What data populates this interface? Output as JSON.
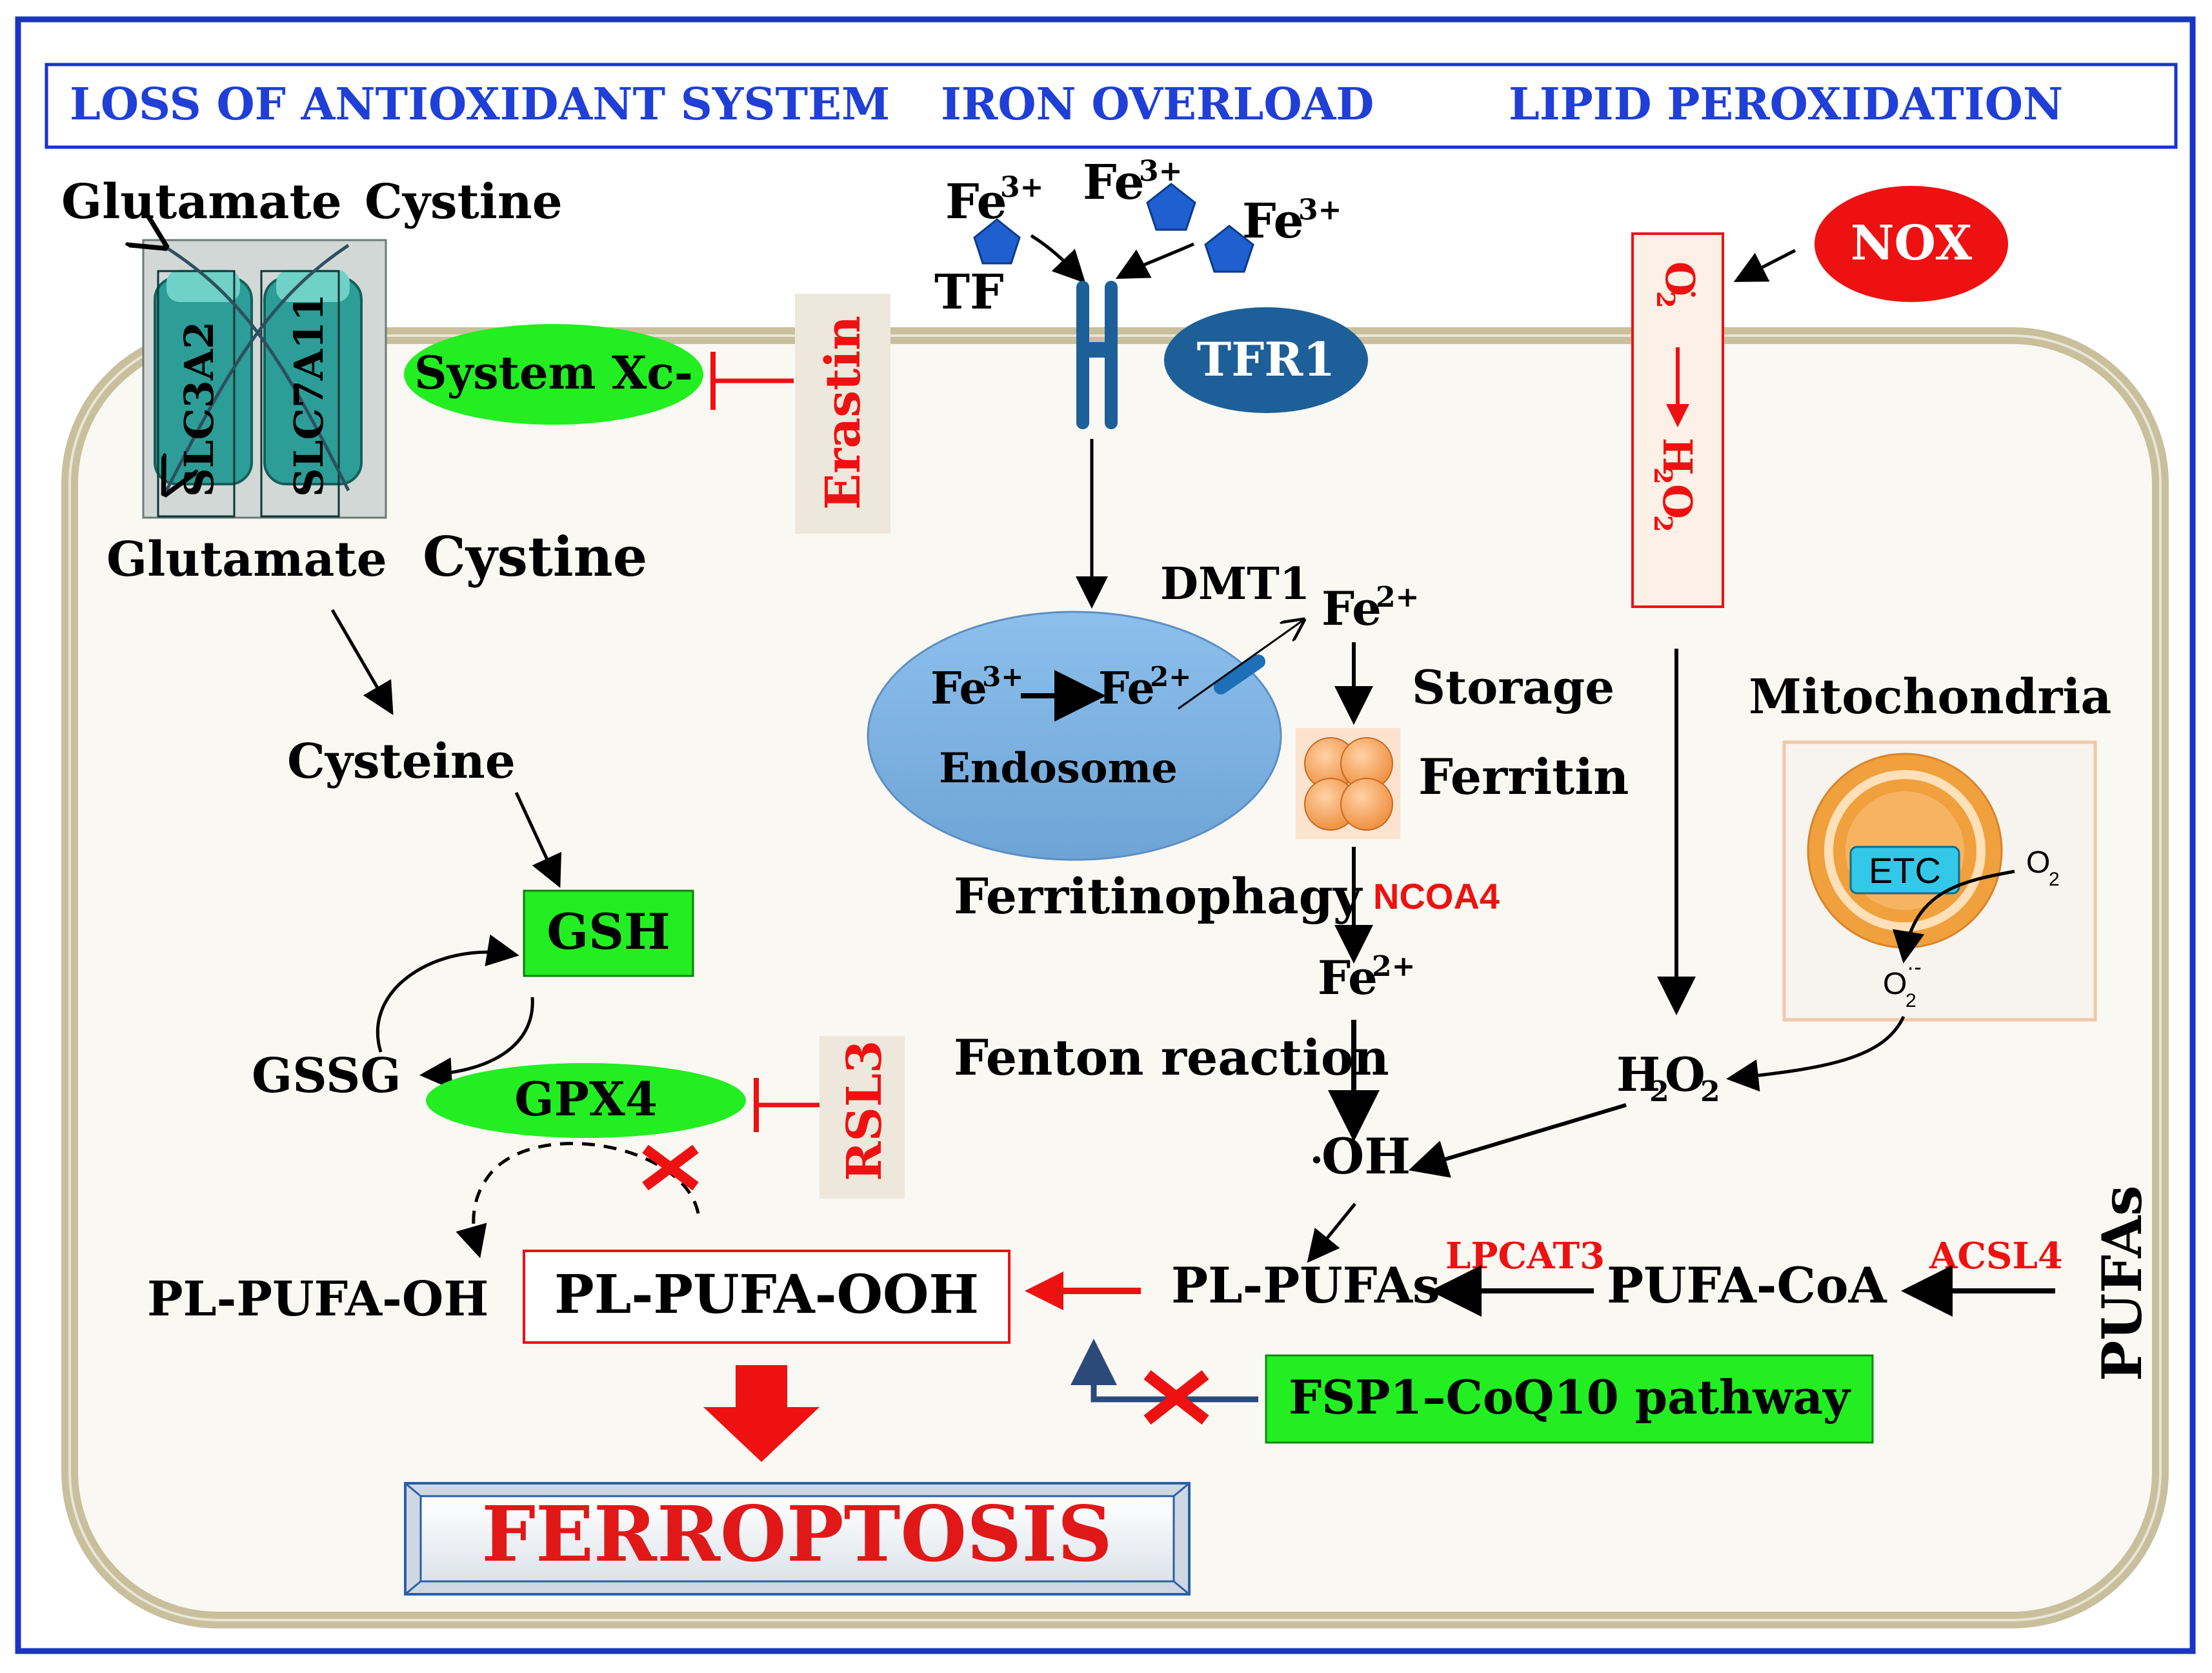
{
  "header": {
    "col1": "LOSS OF ANTIOXIDANT SYSTEM",
    "col2": "IRON OVERLOAD",
    "col3": "LIPID PEROXIDATION"
  },
  "left_panel": {
    "glutamate_top": "Glutamate",
    "cystine_top": "Cystine",
    "transporter_a": "SLC3A2",
    "transporter_b": "SLC7A11",
    "glutamate_bottom": "Glutamate",
    "cystine_bottom": "Cystine",
    "system_xc": "System Xc-",
    "erastin": "Erastin",
    "cysteine": "Cysteine",
    "gsh": "GSH",
    "gssg": "GSSG",
    "gpx4": "GPX4",
    "rsl3": "RSL3",
    "pl_pufa_oh": "PL-PUFA-OH",
    "pl_pufa_ooh": "PL-PUFA-OOH"
  },
  "iron_panel": {
    "fe": "Fe",
    "fe3_sup": "3+",
    "fe2_sup": "2+",
    "tf": "TF",
    "tfr1": "TFR1",
    "dmt1": "DMT1",
    "endosome": "Endosome",
    "storage": "Storage",
    "ferritin": "Ferritin",
    "ferritinophagy": "Ferritinophagy",
    "ncoa4": "NCOA4",
    "fenton": "Fenton reaction",
    "oh_dot": "·",
    "oh": "OH"
  },
  "lipid_panel": {
    "nox": "NOX",
    "o2_base": "O",
    "o2_sub": "2",
    "o2_sup": "·",
    "h2o2_h": "H",
    "h2o2_o": "O",
    "h2o2_sub": "2",
    "mitochondria": "Mitochondria",
    "etc": "ETC",
    "superoxide_sup": "·-",
    "pl_pufas": "PL-PUFAs",
    "lpcat3": "LPCAT3",
    "pufa_coa": "PUFA-CoA",
    "acsl4": "ACSL4",
    "pufas": "PUFAs",
    "fsp1": "FSP1–CoQ10 pathway"
  },
  "footer": {
    "ferroptosis": "FERROPTOSIS"
  },
  "colors": {
    "frame_blue": "#1a33cc",
    "header_text": "#1f3fd6",
    "membrane": "#c8bf9c",
    "cell_fill": "#faf8f2",
    "green": "#22ee22",
    "red": "#ee1111",
    "endosome": "#7fb2e0",
    "tfr1": "#1d5f98",
    "ferritin": "#f3a35c",
    "mito": "#f0a03c",
    "etc": "#33c7e8",
    "nox": "#ee1111"
  }
}
